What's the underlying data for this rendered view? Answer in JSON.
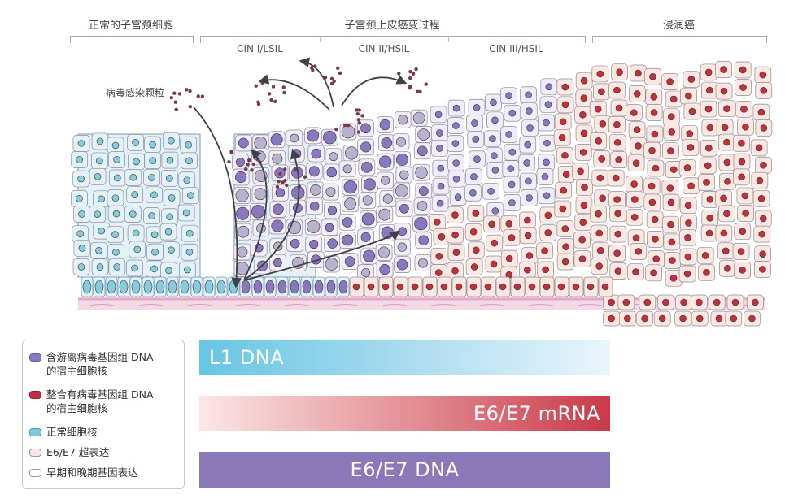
{
  "stages": {
    "normal": "正常的子宫颈细胞",
    "transformation": "子宫颈上皮癌变过程",
    "invasive": "浸润癌"
  },
  "substages": [
    "CIN I/LSIL",
    "CIN II/HSIL",
    "CIN III/HSIL"
  ],
  "annotation": "病毒感染颗粒",
  "legend": {
    "items": [
      {
        "text": "含游离病毒基因组 DNA\n的宿主细胞核",
        "color": "#8b77c0"
      },
      {
        "text": "整合有病毒基因组 DNA\n的宿主细胞核",
        "color": "#c0313d"
      },
      {
        "text": "正常细胞核",
        "color": "#7fc8de"
      },
      {
        "text": "E6/E7 超表达",
        "color": "#f7e6e2"
      },
      {
        "text": "早期和晚期基因表达",
        "color": "#ffffff"
      }
    ]
  },
  "bars": {
    "l1": "L1 DNA",
    "e6mrna": "E6/E7 mRNA",
    "e6dna": "E6/E7 DNA"
  },
  "colors": {
    "normal_cell": "#e4f2f8",
    "normal_nucleus": "#86cce0",
    "episomal_nucleus": "#8b77c0",
    "integrated_nucleus": "#c0313d",
    "cancer_cell": "#fbe8e3",
    "basement": "#e7a9c9"
  }
}
